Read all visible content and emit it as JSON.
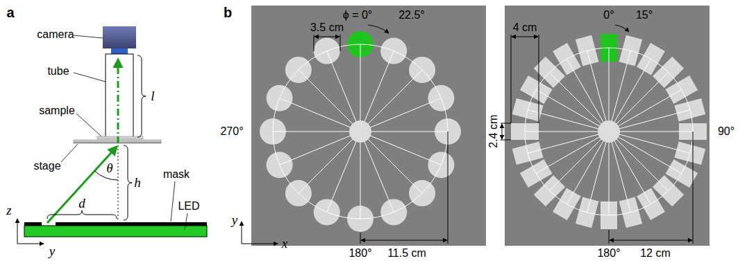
{
  "diagram": {
    "labels": [
      "a",
      "camera",
      "tube",
      "sample",
      "stage",
      "l",
      "θ",
      "h",
      "d",
      "mask",
      "LED",
      "z",
      "y",
      "b",
      "3.5 cm",
      "ϕ = 0°",
      "22.5°",
      "270°",
      "180°",
      "11.5 cm",
      "y",
      "x",
      "4 cm",
      "0°",
      "15°",
      "2.4 cm",
      "90°",
      "180°",
      "12 cm"
    ]
  }
}
